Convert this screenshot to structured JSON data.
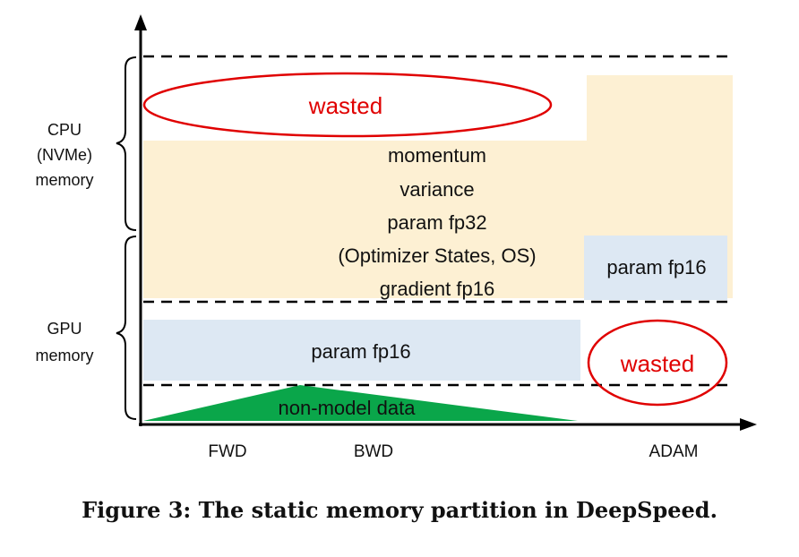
{
  "regions": {
    "cpu": "CPU",
    "nvme": "(NVMe)",
    "memory_cpu": "memory",
    "gpu": "GPU",
    "memory_gpu": "memory"
  },
  "blocks": {
    "os_lines": [
      "momentum",
      "variance",
      "param fp32",
      "(Optimizer States, OS)",
      "gradient fp16"
    ],
    "param_gpu": "param fp16",
    "param_cpu": "param fp16",
    "non_model": "non-model data",
    "wasted_top": "wasted",
    "wasted_bottom": "wasted"
  },
  "phases": [
    "FWD",
    "BWD",
    "ADAM"
  ],
  "caption": "Figure 3: The static memory partition in DeepSpeed.",
  "colors": {
    "optimizer_states": "#fdf0d3",
    "param_fp16": "#dde8f3",
    "non_model_data": "#0aa64a",
    "wasted": "#e00000",
    "axis": "#000000"
  }
}
